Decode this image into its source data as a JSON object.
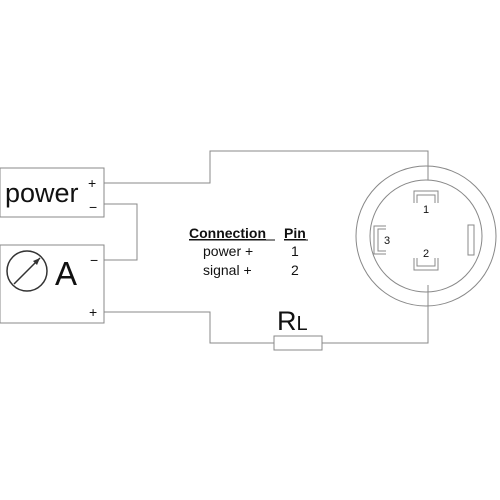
{
  "power_box": {
    "label": "power",
    "plus": "+",
    "minus": "−"
  },
  "ammeter_box": {
    "label": "A",
    "minus": "−",
    "plus": "+"
  },
  "resistor": {
    "label_main": "R",
    "label_sub": "L"
  },
  "connector": {
    "pin1": "1",
    "pin2": "2",
    "pin3": "3"
  },
  "table": {
    "header_connection": "Connection",
    "header_pin": "Pin",
    "rows": [
      {
        "connection": "power +",
        "pin": "1"
      },
      {
        "connection": "signal +",
        "pin": "2"
      }
    ]
  },
  "colors": {
    "line": "#888888",
    "text": "#111111"
  }
}
